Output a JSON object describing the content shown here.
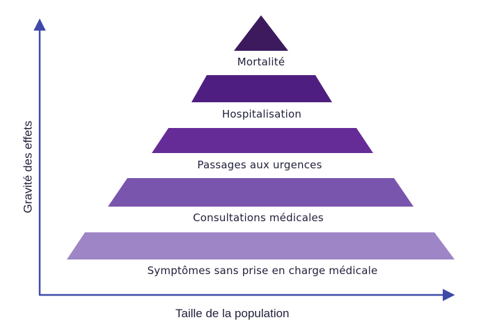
{
  "axes": {
    "x_label": "Taille de la population",
    "y_label": "Gravité des effets",
    "color": "#3f4aa8"
  },
  "levels": [
    {
      "label": "Mortalité",
      "color": "#3d1a5e"
    },
    {
      "label": "Hospitalisation",
      "color": "#4e1f80"
    },
    {
      "label": "Passages aux urgences",
      "color": "#652c97"
    },
    {
      "label": "Consultations médicales",
      "color": "#7a55ad"
    },
    {
      "label": "Symptômes sans prise en charge médicale",
      "color": "#9d85c6"
    }
  ]
}
